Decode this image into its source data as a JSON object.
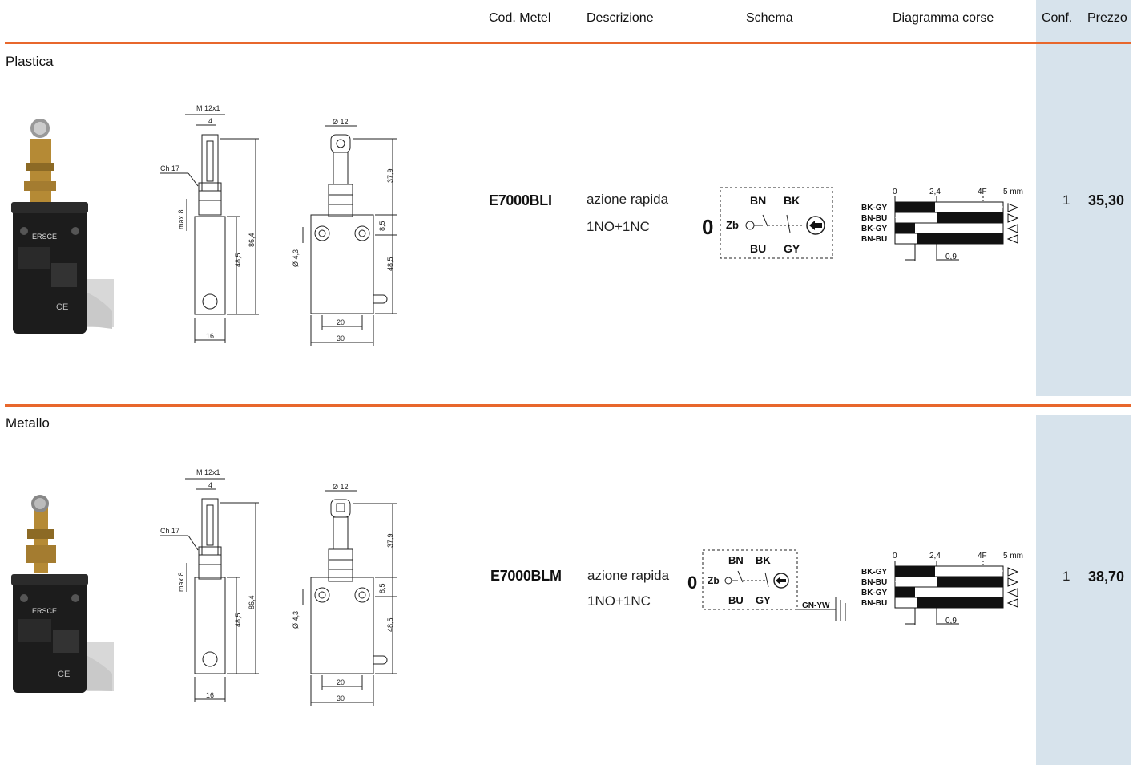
{
  "header": {
    "cod": "Cod. Metel",
    "descrizione": "Descrizione",
    "schema": "Schema",
    "diagramma": "Diagramma corse",
    "conf": "Conf.",
    "prezzo": "Prezzo"
  },
  "products": [
    {
      "section": "Plastica",
      "code": "E7000BLI",
      "desc1": "azione rapida",
      "desc2": "1NO+1NC",
      "conf": "1",
      "price": "35,30",
      "photo_brand": "ERSCE"
    },
    {
      "section": "Metallo",
      "code": "E7000BLM",
      "desc1": "azione rapida",
      "desc2": "1NO+1NC",
      "conf": "1",
      "price": "38,70",
      "photo_brand": "ERSCE"
    }
  ],
  "drawing": {
    "m12": "M 12x1",
    "four": "4",
    "ch17": "Ch 17",
    "max8": "max 8",
    "d485": "48,5",
    "d864": "86,4",
    "d16": "16",
    "d12": "Ø 12",
    "d379": "37,9",
    "d85": "8,5",
    "d43": "Ø 4,3",
    "d20": "20",
    "d30": "30"
  },
  "schema": {
    "zero": "0",
    "zb": "Zb",
    "bn": "BN",
    "bk": "BK",
    "bu": "BU",
    "gy": "GY",
    "gnyw": "GN-YW"
  },
  "diagram": {
    "t0": "0",
    "t24": "2,4",
    "t4f": "4F",
    "t5": "5 mm",
    "r1": "BK-GY",
    "r2": "BN-BU",
    "r3": "BK-GY",
    "r4": "BN-BU",
    "d09": "0,9"
  }
}
